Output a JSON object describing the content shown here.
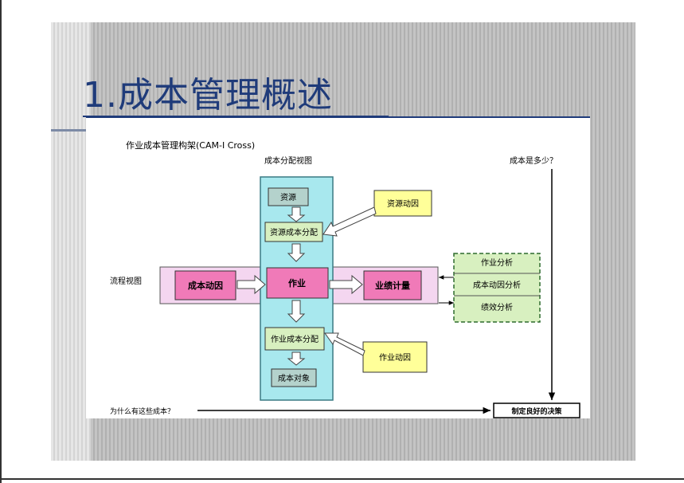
{
  "slide": {
    "title": "1.成本管理概述"
  },
  "diagram": {
    "heading": "作业成本管理构架(CAM-I Cross)",
    "cost_allocation_view_label": "成本分配视图",
    "process_view_label": "流程视图",
    "how_much_label": "成本是多少？",
    "why_label": "为什么有这些成本？",
    "resource_label": "资源",
    "resource_cost_allocation_label": "资源成本分配",
    "activity_label": "作业",
    "activity_cost_allocation_label": "作业成本分配",
    "cost_object_label": "成本对象",
    "resource_driver_label": "资源动因",
    "activity_driver_label": "作业动因",
    "cost_driver_label": "成本动因",
    "performance_measure_label": "业绩计量",
    "activity_analysis_label": "作业分析",
    "cost_driver_analysis_label": "成本动因分析",
    "performance_analysis_label": "绩效分析",
    "good_decision_label": "制定良好的决策"
  },
  "colors": {
    "title": "#1f3b7a",
    "cyan_column": "#a8e8ee",
    "pink_band": "#f4d6f0",
    "pink_box": "#f07ab8",
    "yellow_box": "#ffff99",
    "green_box": "#d8f0c0",
    "teal_box": "#b4d2cc"
  }
}
